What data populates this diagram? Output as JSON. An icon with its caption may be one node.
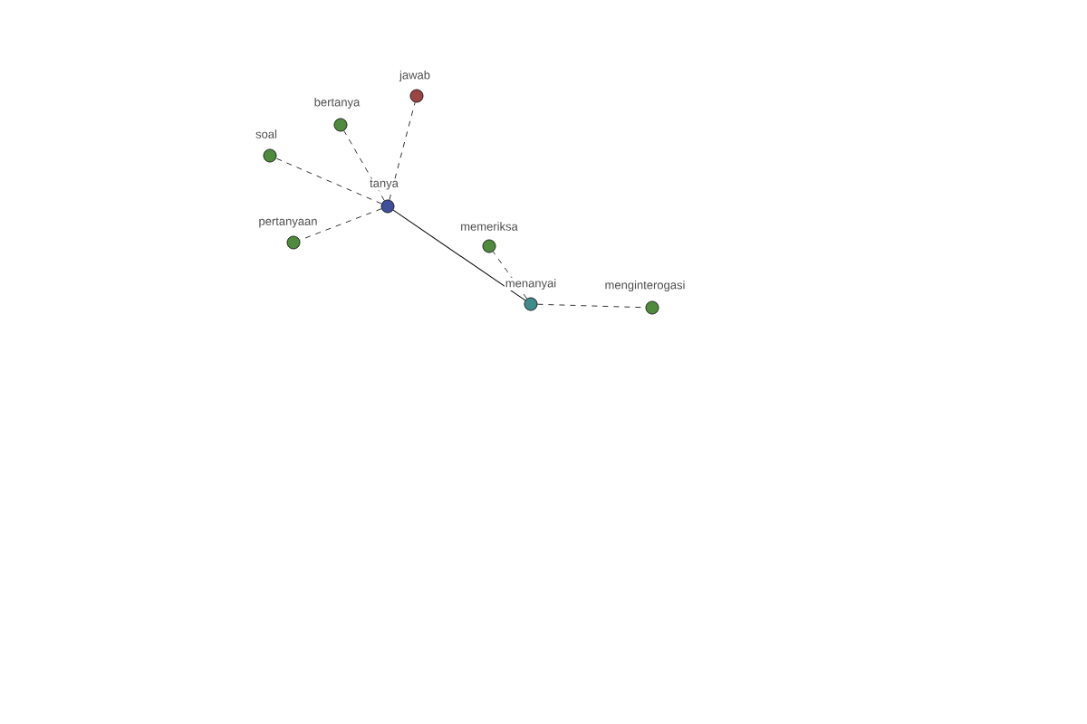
{
  "diagram": {
    "nodes": [
      {
        "text": [
          "tanya"
        ]
      },
      {
        "text": [
          "jawab"
        ]
      },
      {
        "text": [
          "bertanya"
        ]
      },
      {
        "text": [
          "soal"
        ]
      },
      {
        "text": [
          "pertanyaan"
        ]
      },
      {
        "text": [
          "memeriksa"
        ]
      },
      {
        "text": [
          "menanyai"
        ]
      },
      {
        "text": [
          "menginterogasi"
        ]
      }
    ],
    "edges": [
      {
        "from": 0,
        "to": 1,
        "arrow": "none",
        "style": "dashed"
      },
      {
        "from": 0,
        "to": 2,
        "arrow": "none",
        "style": "dashed"
      },
      {
        "from": 0,
        "to": 3,
        "arrow": "none",
        "style": "dashed"
      },
      {
        "from": 0,
        "to": 4,
        "arrow": "none",
        "style": "dashed"
      },
      {
        "from": 0,
        "to": 6,
        "arrow": "none"
      },
      {
        "from": 6,
        "to": 5,
        "arrow": "none",
        "style": "dashed"
      },
      {
        "from": 6,
        "to": 7,
        "arrow": "none",
        "style": "dashed"
      }
    ]
  }
}
